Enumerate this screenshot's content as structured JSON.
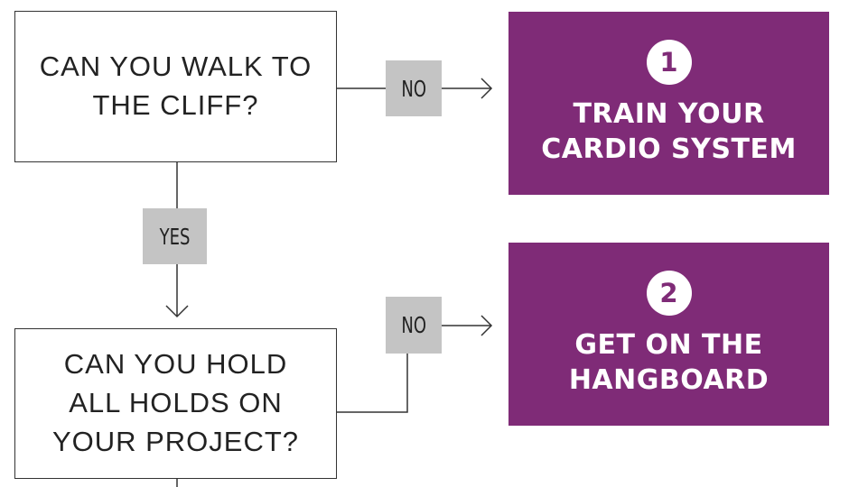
{
  "questions": [
    {
      "text": "CAN YOU WALK TO\nTHE CLIFF?"
    },
    {
      "text": "CAN YOU HOLD\nALL HOLDS ON\nYOUR PROJECT?"
    }
  ],
  "answers": {
    "no_1": "NO",
    "yes_1": "YES",
    "no_2": "NO"
  },
  "results": [
    {
      "number": "1",
      "text": "TRAIN YOUR\nCARDIO SYSTEM"
    },
    {
      "number": "2",
      "text": "GET ON THE\nHANGBOARD"
    }
  ],
  "colors": {
    "result_background": "#7f2b77",
    "answer_background": "#c4c4c4",
    "line": "#333333"
  }
}
